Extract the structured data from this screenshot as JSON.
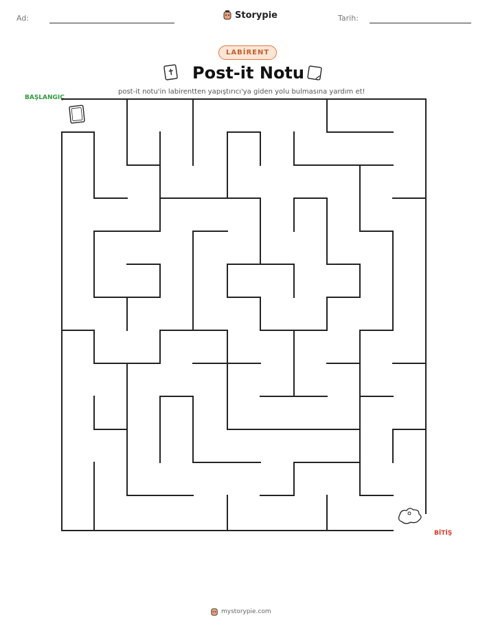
{
  "header": {
    "name_label": "Ad:",
    "date_label": "Tarih:",
    "brand_name": "Storypie"
  },
  "worksheet": {
    "category_badge": "LABİRENT",
    "title": "Post-it Notu",
    "instruction": "post-it notu'in labirentten yapıştırıcı'ya giden yolu bulmasına yardım et!",
    "start_label": "BAŞLANGIÇ",
    "finish_label": "BİTİŞ"
  },
  "footer": {
    "site": "mystorypie.com"
  },
  "icons": {
    "title_left": "bible-book-icon",
    "title_right": "sticky-note-icon",
    "start": "sticky-note-icon",
    "finish": "glue-puddle-icon",
    "brand": "storypie-mascot-icon"
  },
  "colors": {
    "badge_border": "#e07a3c",
    "badge_fill": "#fbe5d6",
    "start_text": "#2e9a3c",
    "finish_text": "#d33b2c"
  }
}
